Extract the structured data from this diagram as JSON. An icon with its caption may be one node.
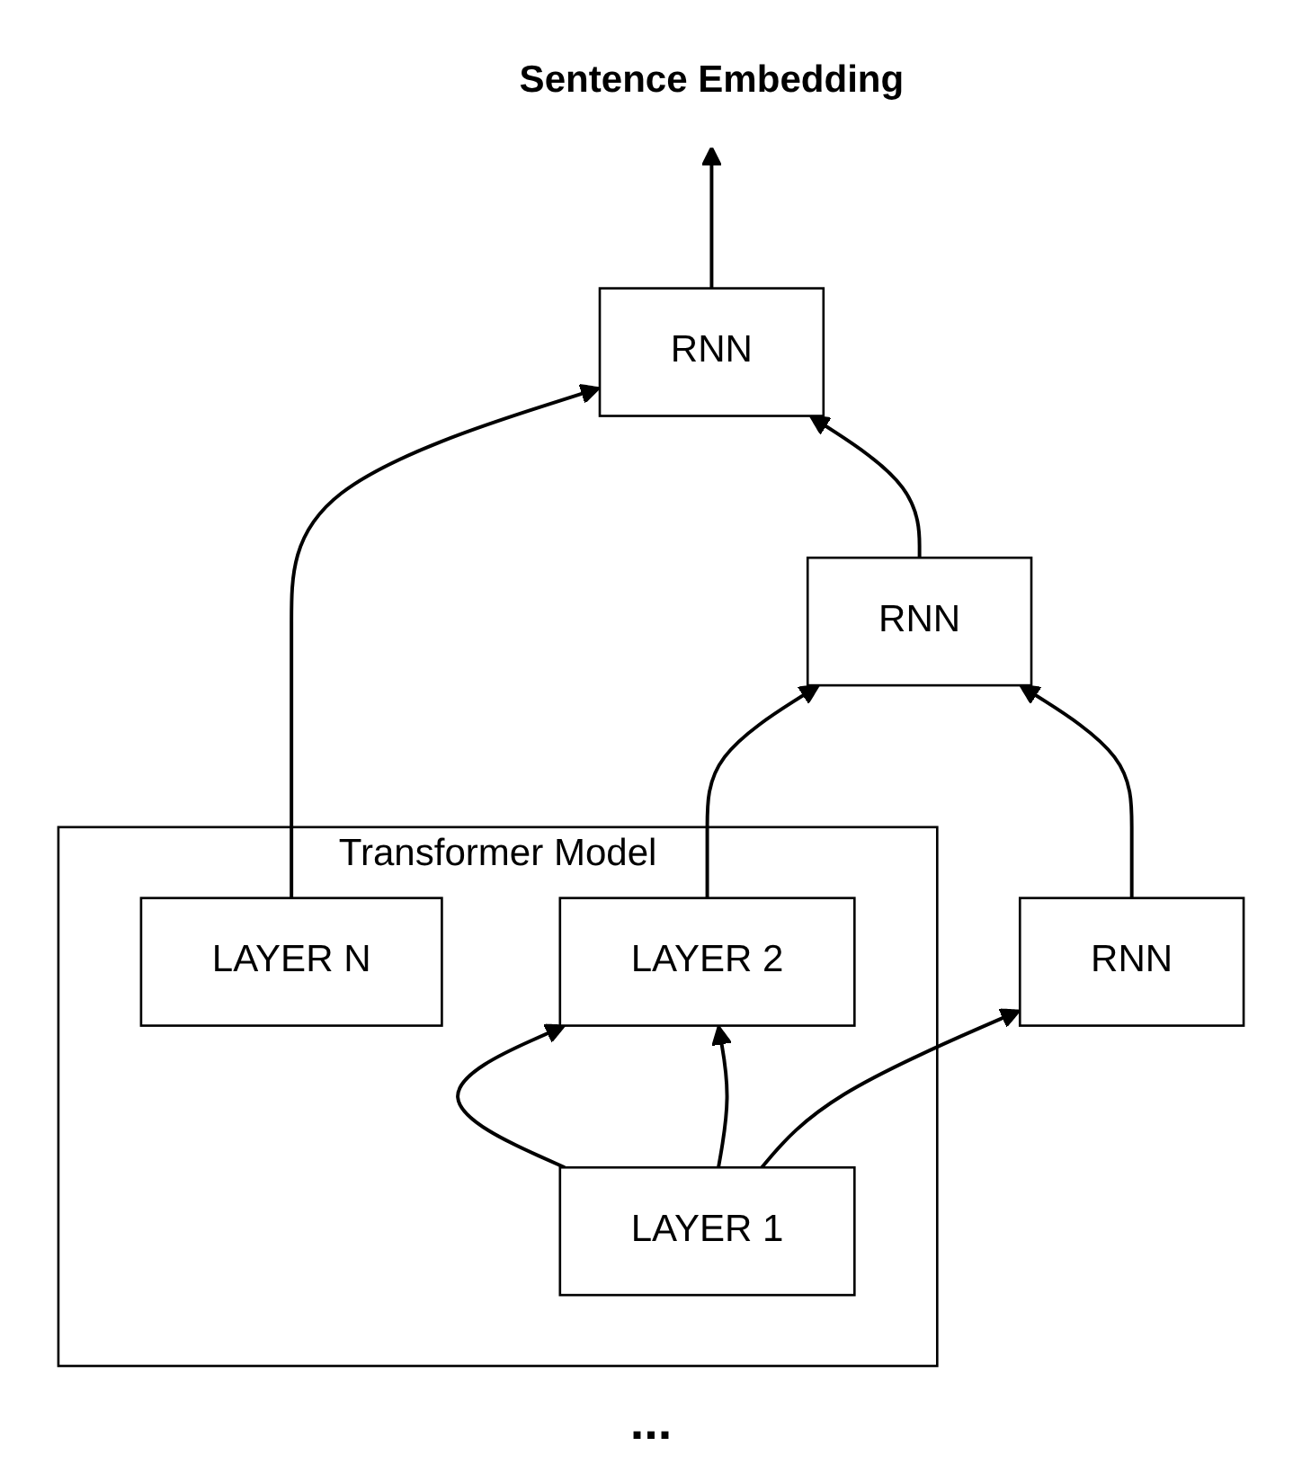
{
  "diagram": {
    "nodes": [
      {
        "text": [
          "Sentence Embedding"
        ]
      },
      {
        "text": [
          "Transformer Model"
        ]
      },
      {
        "text": [
          "LAYER N"
        ],
        "in": 1
      },
      {
        "text": [
          "LAYER 2"
        ],
        "in": 1
      },
      {
        "text": [
          "LAYER 1"
        ],
        "in": 1
      },
      {
        "text": [
          "RNN"
        ]
      },
      {
        "text": [
          "RNN"
        ]
      },
      {
        "text": [
          "RNN"
        ]
      }
    ],
    "edges": [
      {
        "from": 5,
        "to": 0,
        "arrow": "to"
      },
      {
        "from": 2,
        "to": 5,
        "arrow": "to"
      },
      {
        "from": 6,
        "to": 5,
        "arrow": "to"
      },
      {
        "from": 3,
        "to": 6,
        "arrow": "to"
      },
      {
        "from": 7,
        "to": 6,
        "arrow": "to"
      },
      {
        "from": 4,
        "to": 7,
        "arrow": "to"
      },
      {
        "from": 4,
        "to": 3,
        "arrow": "to"
      },
      {
        "from": 4,
        "to": 3,
        "arrow": "to"
      }
    ],
    "labels": [
      "..."
    ]
  }
}
